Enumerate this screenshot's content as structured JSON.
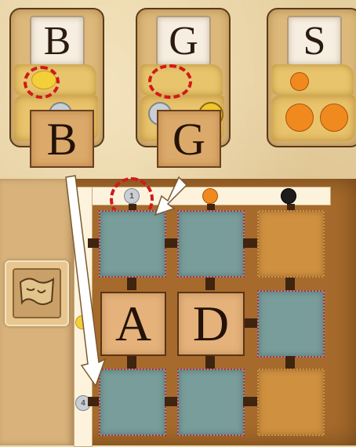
{
  "top_cards": [
    {
      "letter": "B"
    },
    {
      "letter": "G"
    },
    {
      "letter": "S"
    }
  ],
  "selected_tiles": [
    {
      "letter": "B"
    },
    {
      "letter": "G"
    }
  ],
  "board_tiles": [
    {
      "letter": "A"
    },
    {
      "letter": "D"
    }
  ],
  "coin_badges": {
    "silver_1": "1",
    "silver_4": "4"
  },
  "colors": {
    "highlight": "#d01a1a",
    "blue_cell": "#789d9a",
    "orange_cell": "#cf9040",
    "arrow": "#ffffff"
  }
}
